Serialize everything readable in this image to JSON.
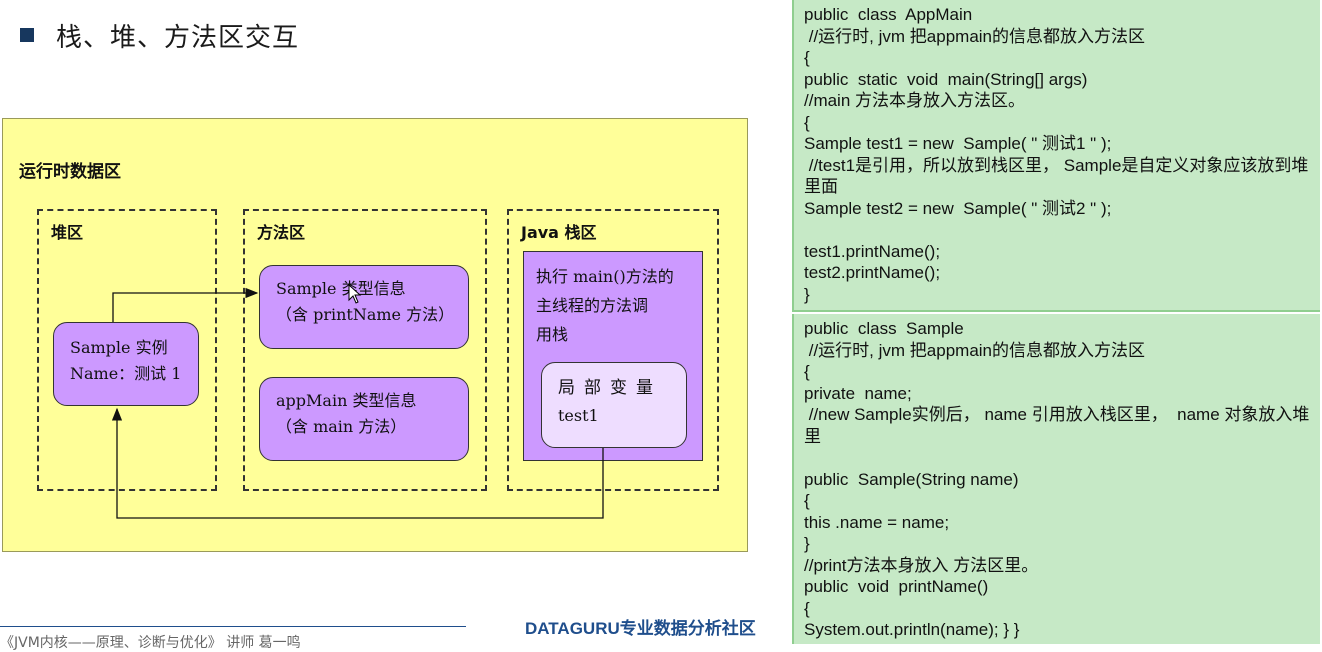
{
  "slide": {
    "title": "栈、堆、方法区交互"
  },
  "diagram": {
    "runtime_area_title": "运行时数据区",
    "heap_region": {
      "label": "堆区",
      "sample_instance": {
        "line1": "Sample 实例",
        "line2": "Name：测试 1"
      }
    },
    "method_region": {
      "label": "方法区",
      "sample_type_info": {
        "line1": "Sample 类型信息",
        "line2": "（含 printName 方法）"
      },
      "appmain_type_info": {
        "line1": "appMain 类型信息",
        "line2": "（含 main 方法）"
      }
    },
    "stack_region": {
      "label": "Java 栈区",
      "main_stack": {
        "line1": "执行 main()方法的",
        "line2": "主线程的方法调",
        "line3": "用栈"
      },
      "local_vars": {
        "title": "局部变量",
        "var": "test1"
      }
    },
    "colors": {
      "region_fill": "#ffff99",
      "box_fill": "#cc99ff",
      "local_var_fill": "#eeddff"
    }
  },
  "code_panels": {
    "appmain": [
      "public  class  AppMain",
      " //运行时, jvm 把appmain的信息都放入方法区",
      "{",
      "public  static  void  main(String[] args)",
      "//main 方法本身放入方法区。",
      "{",
      "Sample test1 = new  Sample( \" 测试1 \" );",
      " //test1是引用，所以放到栈区里， Sample是自定义对象应该放到堆里面",
      "Sample test2 = new  Sample( \" 测试2 \" );",
      "",
      "test1.printName();",
      "test2.printName();",
      "}"
    ],
    "sample": [
      "public  class  Sample",
      " //运行时, jvm 把appmain的信息都放入方法区",
      "{",
      "private  name;",
      " //new Sample实例后， name 引用放入栈区里，  name 对象放入堆里",
      "",
      "public  Sample(String name)",
      "{",
      "this .name = name;",
      "}",
      "//print方法本身放入 方法区里。",
      "public  void  printName()",
      "{",
      "System.out.println(name); } }"
    ],
    "colors": {
      "panel_bg": "#c6e9c6",
      "divider": "#8fce8f"
    }
  },
  "footer": {
    "brand": "DATAGURU专业数据分析社区",
    "course": "《JVM内核——原理、诊断与优化》 讲师 葛一鸣"
  }
}
